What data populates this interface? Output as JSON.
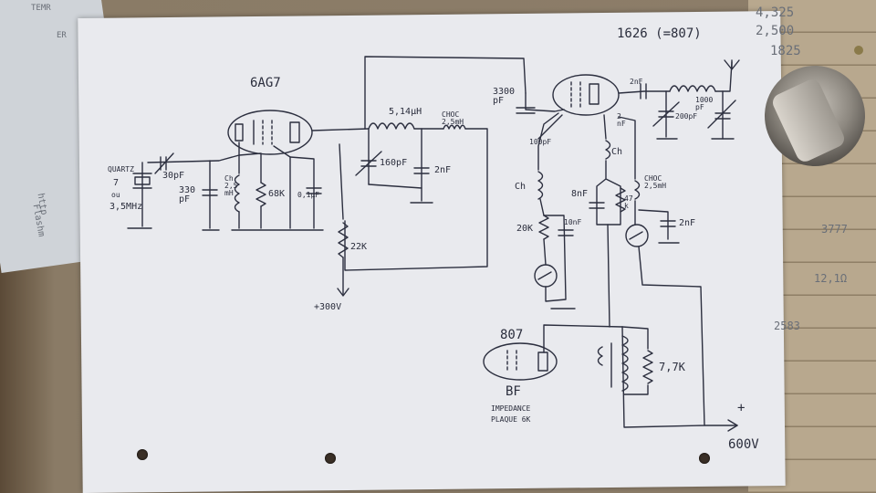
{
  "title": "1626 (=807)",
  "tubes": {
    "osc": "6AG7",
    "final": "807",
    "modulator": "BF"
  },
  "crystal": {
    "label": "QUARTZ",
    "freq_line1": "7",
    "freq_line2": "ou",
    "freq_line3": "3,5MHz"
  },
  "components": {
    "c_30pf": "30pF",
    "c_330pf": "330\npF",
    "ch_25mh_left": "Ch\n2,5\nmH",
    "r_68k": "68K",
    "c_01uf": "0,1µF",
    "l_514": "5,14µH",
    "choc_top": "CHOC\n2,5mH",
    "c_160pf": "160pF",
    "c_2nf_mid": "2nF",
    "r_22k": "22K",
    "v_300": "+300V",
    "c_3300pf": "3300\npF",
    "c_100pf": "100pF",
    "c_2nf_top": "2nF",
    "c_2nf_top2": "2nF",
    "c_2nf_grid": "2\nnF",
    "c_200pf": "200pF",
    "c_1000pf": "1000\npF",
    "ch_mid": "Ch",
    "ch_left2": "Ch",
    "c_8nf": "8nF",
    "r_47k": "47\nk",
    "r_20k": "20K",
    "c_10nf": "10nF",
    "choc_right": "CHOC\n2,5mH",
    "c_2nf_right": "2nF",
    "r_77k": "7,7K",
    "plus": "+",
    "v_600": "600V",
    "bf_note": "IMPEDANCE\nPLAQUE 6K"
  },
  "pencil_notes": {
    "n1": "4,325",
    "n2": "2,500",
    "n3": "1825",
    "n4": "3777",
    "n5": "12,1Ω",
    "n6": "2583"
  },
  "edge_text": {
    "flashme": "Flashm",
    "http": "http",
    "gauche": "TEMR",
    "gauche2": "ER"
  }
}
